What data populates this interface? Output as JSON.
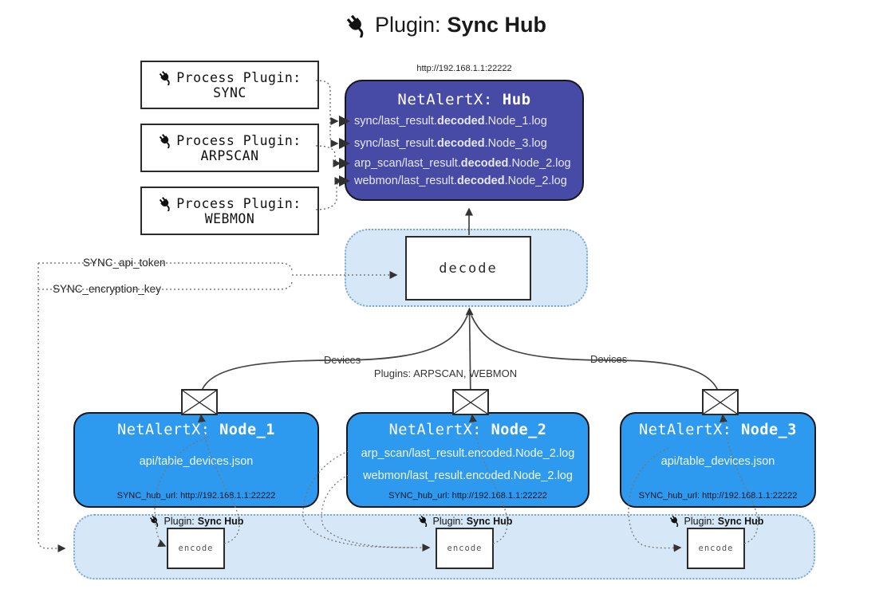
{
  "title": {
    "icon": "plug-icon",
    "prefix": "Plugin:",
    "name": "Sync Hub"
  },
  "hub": {
    "url": "http://192.168.1.1:22222",
    "title_prefix": "NetAlertX:",
    "title_name": "Hub",
    "log_lines": [
      {
        "pre": "sync/last_result.",
        "bold": "decoded",
        "post": ".Node_1.log"
      },
      {
        "pre": "sync/last_result.",
        "bold": "decoded",
        "post": ".Node_3.log"
      },
      {
        "pre": "arp_scan/last_result.",
        "bold": "decoded",
        "post": ".Node_2.log"
      },
      {
        "pre": "webmon/last_result.",
        "bold": "decoded",
        "post": ".Node_2.log"
      }
    ]
  },
  "process_plugins": [
    {
      "label": "Process Plugin:",
      "name": "SYNC"
    },
    {
      "label": "Process Plugin:",
      "name": "ARPSCAN"
    },
    {
      "label": "Process Plugin:",
      "name": "WEBMON"
    }
  ],
  "config": {
    "api_token": "SYNC_api_token",
    "encryption_key": "SYNC_encryption_key"
  },
  "decode": {
    "label": "decode"
  },
  "flow_labels": {
    "devices_left": "Devices",
    "devices_right": "Devices",
    "plugins_center": "Plugins: ARPSCAN, WEBMON"
  },
  "nodes": [
    {
      "title_prefix": "NetAlertX:",
      "title_name": "Node_1",
      "files": [
        "api/table_devices.json"
      ],
      "hub_url": "SYNC_hub_url: http://192.168.1.1:22222"
    },
    {
      "title_prefix": "NetAlertX:",
      "title_name": "Node_2",
      "files": [
        "arp_scan/last_result.encoded.Node_2.log",
        "webmon/last_result.encoded.Node_2.log"
      ],
      "hub_url": "SYNC_hub_url: http://192.168.1.1:22222"
    },
    {
      "title_prefix": "NetAlertX:",
      "title_name": "Node_3",
      "files": [
        "api/table_devices.json"
      ],
      "hub_url": "SYNC_hub_url: http://192.168.1.1:22222"
    }
  ],
  "encode_band": {
    "plugin_prefix": "Plugin:",
    "plugin_name": "Sync Hub",
    "encode_label": "encode"
  },
  "colors": {
    "hub_fill": "#474ba6",
    "node_fill": "#2e9aef",
    "band_fill": "#d6e8f8",
    "band_border": "#7fa7d4",
    "arrow": "#444444",
    "text_on_dark": "#e7e8f4"
  }
}
